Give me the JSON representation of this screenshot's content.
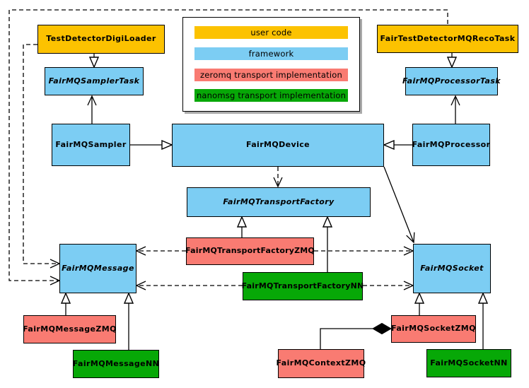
{
  "palette": {
    "user_code": "#fcc200",
    "framework": "#7ccdf3",
    "zeromq": "#f97b72",
    "nanomsg": "#07a807",
    "line": "#000000",
    "background": "#ffffff"
  },
  "legend": {
    "items": [
      {
        "label": "user code",
        "color": "#fcc200"
      },
      {
        "label": "framework",
        "color": "#7ccdf3"
      },
      {
        "label": "zeromq transport implementation",
        "color": "#f97b72"
      },
      {
        "label": "nanomsg transport implementation",
        "color": "#07a807"
      }
    ]
  },
  "nodes": {
    "digiLoader": {
      "label": "TestDetectorDigiLoader",
      "category": "user code"
    },
    "samplerTask": {
      "label": "FairMQSamplerTask",
      "category": "framework",
      "abstract": true
    },
    "sampler": {
      "label": "FairMQSampler",
      "category": "framework"
    },
    "device": {
      "label": "FairMQDevice",
      "category": "framework"
    },
    "recoTask": {
      "label": "FairTestDetectorMQRecoTask",
      "category": "user code"
    },
    "processorTask": {
      "label": "FairMQProcessorTask",
      "category": "framework",
      "abstract": true
    },
    "processor": {
      "label": "FairMQProcessor",
      "category": "framework"
    },
    "transportFactory": {
      "label": "FairMQTransportFactory",
      "category": "framework",
      "abstract": true
    },
    "transportFactoryZMQ": {
      "label": "FairMQTransportFactoryZMQ",
      "category": "zeromq"
    },
    "transportFactoryNN": {
      "label": "FairMQTransportFactoryNN",
      "category": "nanomsg"
    },
    "message": {
      "label": "FairMQMessage",
      "category": "framework",
      "abstract": true
    },
    "socket": {
      "label": "FairMQSocket",
      "category": "framework",
      "abstract": true
    },
    "messageZMQ": {
      "label": "FairMQMessageZMQ",
      "category": "zeromq"
    },
    "messageNN": {
      "label": "FairMQMessageNN",
      "category": "nanomsg"
    },
    "socketZMQ": {
      "label": "FairMQSocketZMQ",
      "category": "zeromq"
    },
    "socketNN": {
      "label": "FairMQSocketNN",
      "category": "nanomsg"
    },
    "contextZMQ": {
      "label": "FairMQContextZMQ",
      "category": "zeromq"
    }
  }
}
